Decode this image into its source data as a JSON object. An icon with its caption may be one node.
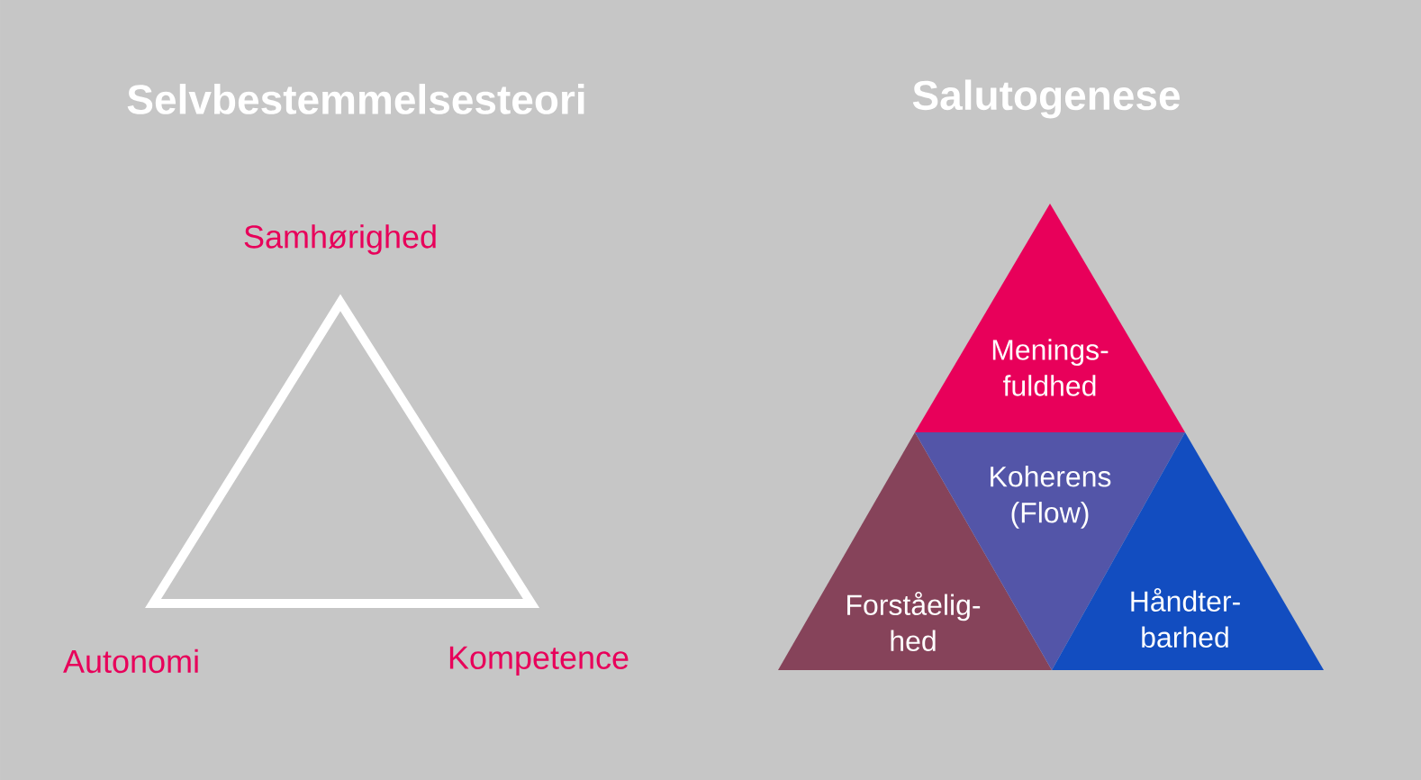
{
  "diagram": {
    "nodes": [
      {
        "text": [],
        "shape": "triangle",
        "beside": [
          "Samhørighed",
          "Autonomi",
          "Kompetence"
        ]
      },
      {
        "text": [
          "Menings- fuldhed"
        ]
      },
      {
        "text": [
          "Forståelig- hed"
        ]
      },
      {
        "text": [
          "Koherens (Flow)"
        ]
      },
      {
        "text": [
          "Håndter- barhed"
        ]
      }
    ],
    "labels": [
      "Selvbestemmelsesteori",
      "Salutogenese"
    ]
  }
}
